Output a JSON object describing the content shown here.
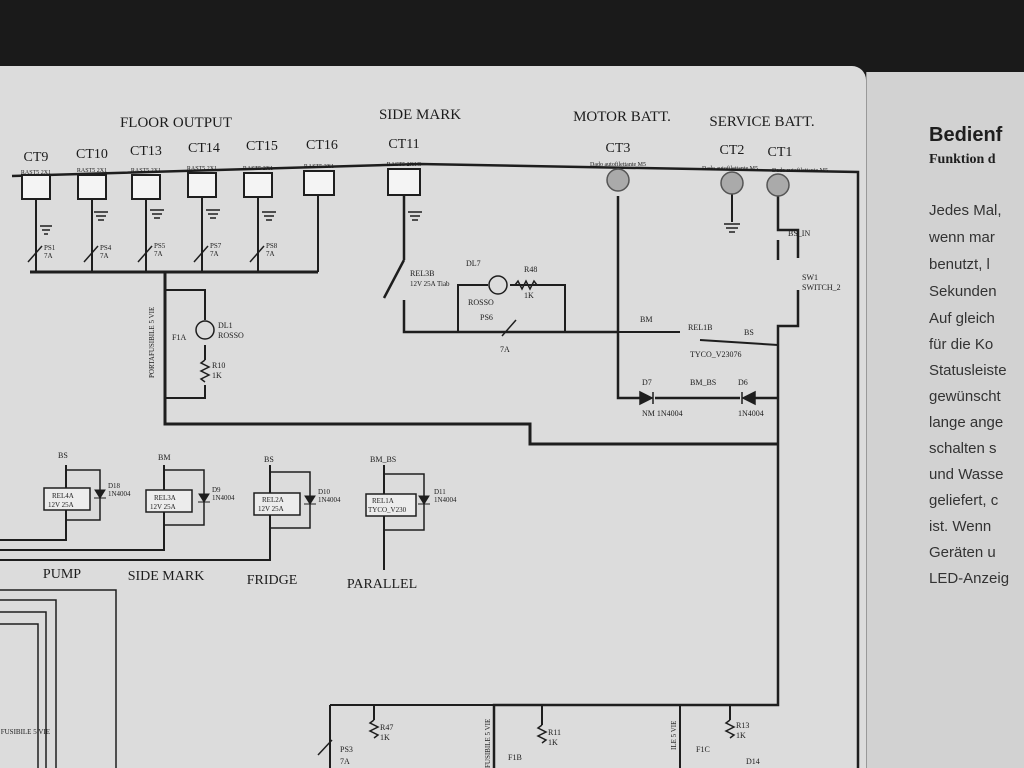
{
  "groups": {
    "floor_output": "FLOOR OUTPUT",
    "side_mark": "SIDE MARK",
    "motor_batt": "MOTOR BATT.",
    "service_batt": "SERVICE BATT."
  },
  "connectors": [
    {
      "id": "CT9",
      "part": "RAST5 2X1"
    },
    {
      "id": "CT10",
      "part": "RAST5 2X1"
    },
    {
      "id": "CT13",
      "part": "RAST5 2X1"
    },
    {
      "id": "CT14",
      "part": "RAST5 2X1"
    },
    {
      "id": "CT15",
      "part": "RAST5 2X1"
    },
    {
      "id": "CT16",
      "part": "RAST5 2X1"
    },
    {
      "id": "CT11",
      "part": "RAST5 2X1G"
    }
  ],
  "terminals": [
    {
      "id": "CT3",
      "part": "Dado autofilettante M5"
    },
    {
      "id": "CT2",
      "part": "Dado autofilettante M5"
    },
    {
      "id": "CT1",
      "part": "Dado autofilettante M5"
    }
  ],
  "fuses": [
    {
      "id": "PS1",
      "rating": "7A"
    },
    {
      "id": "PS4",
      "rating": "7A"
    },
    {
      "id": "PS5",
      "rating": "7A"
    },
    {
      "id": "PS7",
      "rating": "7A"
    },
    {
      "id": "PS8",
      "rating": "7A"
    }
  ],
  "components": {
    "portafusibile": "PORTAFUSIBILE 5 VIE",
    "f1a": "F1A",
    "dl1": "DL1",
    "dl1_color": "ROSSO",
    "r10": "R10",
    "r10_val": "1K",
    "rel3b": "REL3B",
    "rel3b_spec": "12V 25A Tiab",
    "dl7": "DL7",
    "dl7_color": "ROSSO",
    "r48": "R48",
    "r48_val": "1K",
    "ps6": "PS6",
    "ps6_rating": "7A",
    "bm": "BM",
    "bs": "BS",
    "rel1b": "REL1B",
    "tyco": "TYCO_V23076",
    "bs_in": "BS_IN",
    "sw1": "SW1",
    "switch2": "SWITCH_2",
    "d7": "D7",
    "d7_part": "NM 1N4004",
    "bm_bs": "BM_BS",
    "d6": "D6",
    "d6_part": "1N4004"
  },
  "relays": [
    {
      "net": "BS",
      "label": "REL4A",
      "spec": "12V 25A",
      "diode": "D18",
      "diode_part": "1N4004",
      "function": "PUMP"
    },
    {
      "net": "BM",
      "label": "REL3A",
      "spec": "12V 25A",
      "diode": "D9",
      "diode_part": "1N4004",
      "function": "SIDE MARK"
    },
    {
      "net": "BS",
      "label": "REL2A",
      "spec": "12V 25A",
      "diode": "D10",
      "diode_part": "1N4004",
      "function": "FRIDGE"
    },
    {
      "net": "BM_BS",
      "label": "REL1A",
      "spec": "TYCO_V230",
      "diode": "D11",
      "diode_part": "1N4004",
      "function": "PARALLEL"
    }
  ],
  "bottom": {
    "ps3": "PS3",
    "ps3_rating": "7A",
    "r47": "R47",
    "r47_val": "1K",
    "f1b": "F1B",
    "r11": "R11",
    "r11_val": "1K",
    "f1c": "F1C",
    "r13": "R13",
    "r13_val": "1K",
    "d14": "D14",
    "fuse_holder_a": "FUSIBILE 5 VIE",
    "fuse_holder_b": "FUSIBILE 5 VIE",
    "fuse_holder_c": "ILE 5 VIE"
  },
  "right_page": {
    "title": "Bedienf",
    "subtitle": "Funktion d",
    "lines": [
      "Jedes Mal,",
      "wenn mar",
      "benutzt, l",
      "Sekunden",
      "Auf gleich",
      "für die Ko",
      "Statusleiste",
      "gewünscht",
      "lange ange",
      "schalten s",
      "und Wasse",
      "geliefert, c",
      "ist. Wenn",
      "Geräten u",
      "LED-Anzeig"
    ]
  }
}
